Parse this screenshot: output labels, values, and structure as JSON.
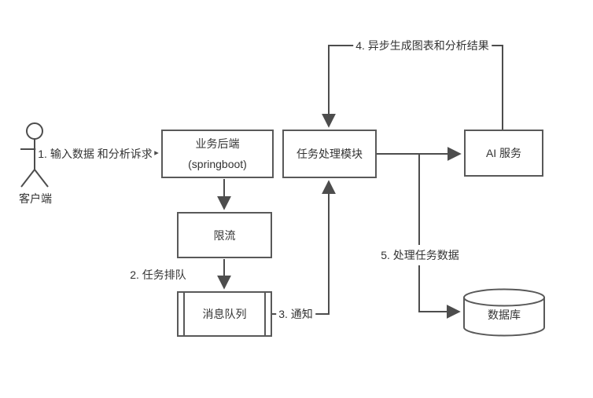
{
  "colors": {
    "line": "#4d4d4d",
    "box_border": "#595959",
    "text": "#333333",
    "box_fill": "#ffffff",
    "background": "#ffffff"
  },
  "actor": {
    "label": "客户端"
  },
  "nodes": {
    "business_backend": {
      "title": "业务后端",
      "subtitle": "(springboot)"
    },
    "task_module": {
      "label": "任务处理模块"
    },
    "ai_service": {
      "label": "AI 服务"
    },
    "rate_limit": {
      "label": "限流"
    },
    "message_queue": {
      "label": "消息队列"
    },
    "database": {
      "label": "数据库"
    }
  },
  "edges": {
    "input_request": {
      "label_line1": "1. 输入数据",
      "label_line2": "和分析诉求"
    },
    "task_enqueue": {
      "label": "2. 任务排队"
    },
    "notify": {
      "label": "3. 通知"
    },
    "async_result": {
      "label": "4. 异步生成图表和分析结果"
    },
    "process_task_data": {
      "label": "5. 处理任务数据"
    }
  }
}
